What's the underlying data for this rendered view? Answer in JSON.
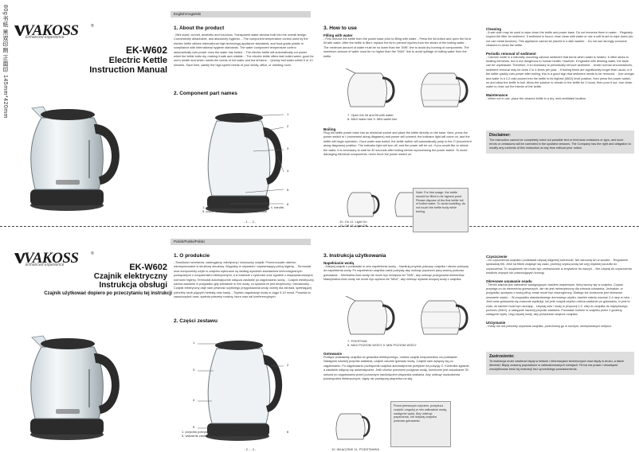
{
  "print_note": "80g书纸 黑双印刷 正面印 145mm*420mm",
  "brand": {
    "name": "VAKOSS",
    "tagline": "Enhanced experience",
    "reg_mark": "®"
  },
  "colors": {
    "accent_gray": "#d4d4d4",
    "disclaimer_bg": "#dedede",
    "kettle_dark": "#2b2b2b",
    "glass": "#dfe6ea"
  },
  "en": {
    "model": "EK-W602",
    "title_line1": "Electric Kettle",
    "title_line2": "Instruction Manual",
    "lang_tab": "English/Angielski",
    "about_title": "1. About the product",
    "about_text": "- Mint sized, curved, aesthetic and luxurious. Transparent water window built into the overall design. Conveniently detachable, and absolutely hygienic. - The component temperature control used by the electric kettle utilizes international high technology appliance standards, and food-grade plastic in compliance with international hygiene standards. The water component temperature control automatically cuts power once the water has boiled. - The electric kettle will automatically cut power when the kettle boils dry, making it safe and reliable. - The electric kettle offers fast boiled water, good for one's health and which meets the needs of hot water and tea drinkers. - Quickly boil water within 5 or 10 minutes. Save time, satisfy the high-speed needs of your family, office, or meeting room.",
    "parts_title": "2. Component part names",
    "legend_line1": "1. Lid button,  2. start-stop switch,  3. kettle body,  4. handle,",
    "legend_line2": "5. power source indicator light,  6. Power base",
    "page": "- 1 -  - 2 -",
    "howto_title": "3. How to use",
    "filling_head": "Filling with water",
    "filling_text": "- First remove the kettle from the power base prior to filling with water. - Press the lid button and open the lid to fill with water. After the kettle is filled, replace the lid to prevent injuries from the steam of the boiling water. - The minimum amount of water must be no lower than the \"MIN\" line to avoid dry burning of components. The maximum amount of water must be no higher than the \"MAX\" line to avoid spillage of boiling water from the kettle.",
    "fig_labels_a": "7. Open the lid and fill with water",
    "fig_labels_b": "8. MAX water line        9. MIN water line",
    "boiling_head": "Boiling",
    "boiling_text": "Plug the kettle power base into an electrical socket and place the kettle directly on the base. Next, press the power switch to I (movement along diagrams) and power will connect; the indicator light will come on, and the kettle will begin operation. Once water was boiled, the kettle switch will automatically jump to the O (movement along diagrams) position. The indicator light will turn off, and the power will be cut. If you would like to reheat the water, it is necessary to wait for 30 seconds after boiling before reprocessing the power switch. To avoid damaging electrical components, never force the power switch on.",
    "note_text": "Note: For first usage, the kettle should be filled to its highest point. Please dispose of the first kettle full of boiled water. To avoid scalding, do not touch the kettle body while boiling.",
    "boil_labels_a": "10. On        11. Light On",
    "boil_labels_b": "12. Off       13. Light Off",
    "cleaning_head": "Cleaning",
    "cleaning_text": "- A wet cloth may be used to wipe down the kettle and power base. Do not immerse them in water. - Regularly inspect the filter for sediment. If sediment is found, rinse clean with water or use a soft brush to wipe down (do not use metal brushes). This appliance cannot be placed in a dish washer. - Do not use strongly corrosive cleaners to clean the kettle.",
    "descale_head": "Periodic removal of sediment",
    "descale_text": "- Calcium oxide is a naturally occurring calcium sediment that forms when water is heated. It often sticks to heating elements, but is not dangerous to human health. However, if ingested with drinking water, the taste can be unpleasant. Therefore, it is necessary to periodically remove sediment. - Under normal circumstances, sediment removal may be done 2 to 4 times per year. - If boiling times are significantly longer than usual, or if the kettle quickly cuts power after boiling, this is a good sign that sediment needs to be removed. - Use vinegar and water in a 1:2 ratio poured into the kettle to its highest (MAX) level position, then press the power switch on and allow the kettle to boil. Allow the solution to remain in the kettle for 2 hours, then pour it out. Use clean water to rinse out the interior of the kettle.",
    "maint_head": "Maintenance",
    "maint_text": "- When not in use, place the cleaned kettle in a dry, well-ventilated location.",
    "disc_title": "Disclaimer:",
    "disc_text": "The instruction cannot be completely ruled out possible text or technical omissions or typo, and such errors or omissions will be corrected in the updated versions. The Company has the right and obligation to modify any contents of this instruction at any time without prior notice."
  },
  "pl": {
    "model": "EK-W602",
    "title_line1": "Czajnik elektryczny",
    "title_line2": "Instrukcja obsługi",
    "subtitle": "Czajnik użytkować dopiero po przeczytaniu tej instrukcji",
    "lang_tab": "Polish/Polski/Polski",
    "about_title": "1. O produkcie",
    "about_text": "- Smukłości rozmiarów, zaokrąglony, estetyczny i luksusowy czajnik. Przezroczyste okienko wkomponowane w strukturę obudowy. Wygodny w używaniu i zapewniający pełną higienę. - Termostat oraz komponenty użyte w czajniku wykonane są według wysokich standardów technologicznych powiązanych z urządzeniami elektrycznymi, a w budowie z żywności oraz zgodnie z międzynarodowymi normami higieny. Termostat automatycznie odłącza zasilanie po zagotowaniu wody. - Czajnik elektryczny odcina zasilanie w przypadku gdy zabraknie w nim wody, co sprawia że jest bezpieczny i niezawodny. - Czajnik elektryczny daje nam pewność szybkiego przygotowania wody, dobrej dla zdrowia, spełniającej potrzeby osób pijących herbatę oraz kawę. - Szybko zagotowuje wodę w ciągu 5-10 minut. Pozwala to zaoszczędzić czas, spełnia potrzeby rodziny, biura oraz sal konferencyjnych.",
    "parts_title": "2. Części zestawu",
    "legend_line1": "1. przycisk pokrywy,  2. włącznik,  3. czajnik,  4. uchwyt,",
    "legend_line2": "5. wskaźnik zasilania,  6. podstawka",
    "page": "- 3 -  - 4 -",
    "howto_title": "3. Instrukcja użytkowania",
    "filling_head": "Napełnianie wodą",
    "filling_text": "- Zdejmij czajnik z podstawki w celu napełnienia wodą. - Naciśnij przycisk pokrywy czajnika i otwórz pokrywę do napełnienia wody. Po napełnieniu czajnika nałóż pokrywę aby uniknąć poparzeń parą wodną podczas gotowania. - Minimalna ilość wody nie może być mniejsza niż \"MIN\", aby uniknąć przegrzania elementów. Maksymalna ilość wody nie może być wyższa niż \"MAX\", aby uniknąć wylania wrzącej wody z czajnika.",
    "fig_labels_a": "7. POKRYWA",
    "fig_labels_b": "8. MAX POZIOM WODY     9. MIN POZIOM WODY",
    "boiling_head": "Gotowanie",
    "boiling_text": "Podłącz podstawkę czajnika do gniazdka elektrycznego, umieść czajnik bezpośrednio na podstawie. Następnie naciśnij przycisk zasilania, czajnik zacznie gotować wodę. Czajnik sam wyłączy się po zagotowaniu. Po zagotowaniu przełącznik czajnika automatycznie przejdzie na pozycję O. Kontrolka zgaśnie, a zasilanie odłączy się automatycznie. Jeśli chcesz ponownie podgrzać wodę, konieczne jest odczekanie 30 sekund po zagotowaniu przed ponownym naciśnięciem włącznika zasilania. Aby uniknąć uszkodzenia podzespołów elektrycznych, nigdy nie przełączaj włącznika na siłę.",
    "note_text": "Przed pierwszym użyciem, przepłucz czajnik i zagotuj w nim całkowicie wodę, następnie wylej. Aby uniknąć poparzenia, nie dotykaj czajnika podczas gotowania.",
    "boil_labels_a": "10. WŁĄCZNIK        11. PODSTAWKA",
    "boil_labels_b": "",
    "cleaning_head": "Czyszczenie",
    "cleaning_text": "- Do czyszczenia czajnika i podstawki używaj wilgotnej ściereczki. Nie zanurzaj ich w wodzie. - Regularnie sprawdzaj filtr. Jeśli na filtrze znajduje się osad, przemyj czystą wodą lub użyj miękkiej szczotki do czyszczenia. To urządzenie nie może być umieszczane w zmywarce do naczyń. - Nie używaj do czyszczenia środków żrących lub powodujących korozję.",
    "descale_head": "Okresowe usuwanie osadu",
    "descale_text": "- Tlenek wapnia jest naturalnie występującym osadem wapiennym, który tworzy się w czajniku. Często przylega on do elementów grzewczych, ale nie jest niebezpieczny dla zdrowia człowieka. Jednakże, w przypadku spożycia z wodą pitną, smak może być nieprzyjemny. Dlatego też konieczne jest okresowe usuwanie osadu. - W przypadku standardowego domowego użytku, kamień należy usuwać 2-4 razy w roku. - Jeśli czas gotowania się znacznie wydłużył, lub jeśli czajnik szybko odcina zasilanie po gotowaniu, to jest to znak, że kamień musi być usunięty. - Używaj octu i wody w proporcji 1:2, wlej do czajnika do najwyższego poziomu (MAX), a następnie naciśnij przycisk zasilania. Pozostaw roztwór w czajniku przez 2 godziny, następnie wylej. Użyj czystej wody, aby przepłukać wnętrze czajnika.",
    "maint_head": "Utrzymanie",
    "maint_text": "- Kiedy nie ma potrzeby używania czajnika, przechowuj go w suchym, wentylowanym miejscu.",
    "disc_title": "Zastrzeżenie:",
    "disc_text": "Ta instrukcja może zawierać błędy w tekście i informacjach technicznych oraz błędy w druku, a także literówki. Błędy zostaną poprawione w zaktualizowanych wersjach. Firma ma prawo i obowiązek zmodyfikować treść tej instrukcji bez uprzedniego powiadomienia."
  }
}
